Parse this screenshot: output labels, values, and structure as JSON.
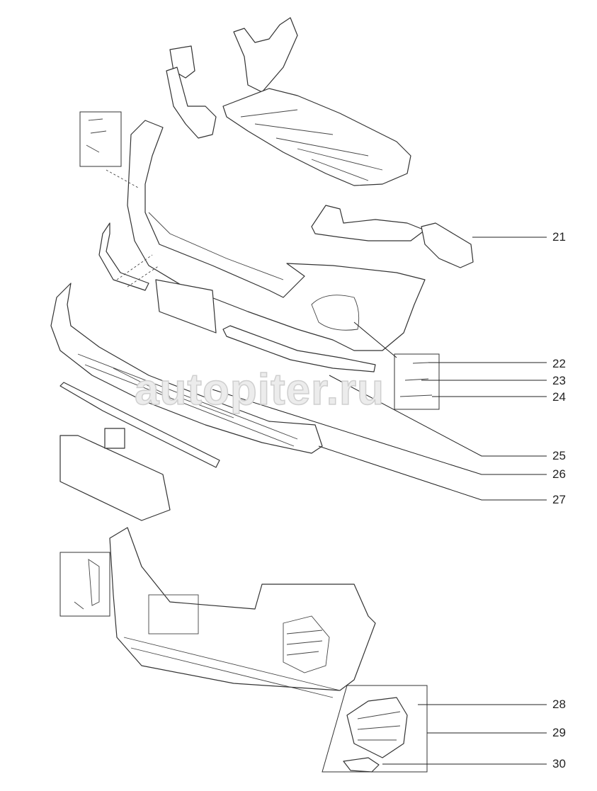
{
  "watermark": "autopiter.ru",
  "callouts": [
    "21",
    "22",
    "23",
    "24",
    "25",
    "26",
    "27",
    "28",
    "29",
    "30"
  ]
}
